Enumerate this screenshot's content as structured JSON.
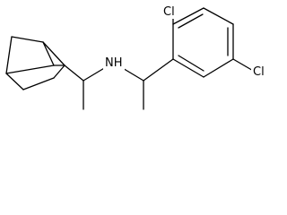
{
  "atoms": {
    "amine": "NH",
    "chlorine_top": "Cl",
    "chlorine_right": "Cl"
  }
}
